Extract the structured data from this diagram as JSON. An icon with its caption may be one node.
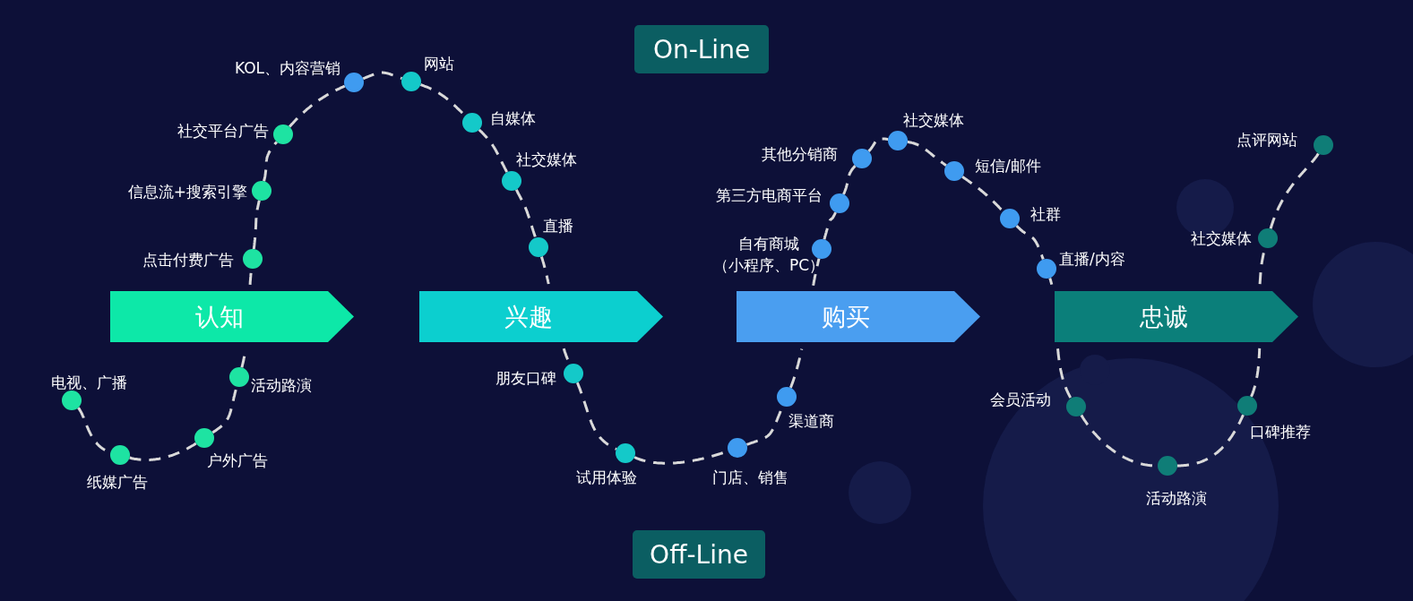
{
  "diagram": {
    "nodes": [
      {
        "text": [
          "On-Line"
        ]
      },
      {
        "text": [
          "认知"
        ]
      },
      {
        "text": [
          "兴趣"
        ]
      },
      {
        "text": [
          "购买"
        ]
      },
      {
        "text": [
          "忠诚"
        ]
      },
      {
        "text": [
          "Off-Line"
        ]
      },
      {
        "text": [],
        "shape": "circle",
        "beside": [
          "电视、广播"
        ]
      },
      {
        "text": [],
        "shape": "circle",
        "beside": [
          "纸媒广告"
        ]
      },
      {
        "text": [],
        "shape": "circle",
        "beside": [
          "户外广告"
        ]
      },
      {
        "text": [],
        "shape": "circle",
        "beside": [
          "活动路演"
        ]
      },
      {
        "text": [],
        "shape": "circle",
        "beside": [
          "点击付费广告"
        ]
      },
      {
        "text": [],
        "shape": "circle",
        "beside": [
          "信息流+搜索引擎"
        ]
      },
      {
        "text": [],
        "shape": "circle",
        "beside": [
          "社交平台广告"
        ]
      },
      {
        "text": [],
        "shape": "circle",
        "beside": [
          "KOL、内容营销"
        ]
      },
      {
        "text": [],
        "shape": "circle",
        "beside": [
          "网站"
        ]
      },
      {
        "text": [],
        "shape": "circle",
        "beside": [
          "自媒体"
        ]
      },
      {
        "text": [],
        "shape": "circle",
        "beside": [
          "社交媒体"
        ]
      },
      {
        "text": [],
        "shape": "circle",
        "beside": [
          "直播"
        ]
      },
      {
        "text": [],
        "shape": "circle",
        "beside": [
          "朋友口碑"
        ]
      },
      {
        "text": [],
        "shape": "circle",
        "beside": [
          "试用体验"
        ]
      },
      {
        "text": [],
        "shape": "circle",
        "beside": [
          "门店、销售"
        ]
      },
      {
        "text": [],
        "shape": "circle",
        "beside": [
          "渠道商"
        ]
      },
      {
        "text": [],
        "shape": "circle",
        "beside": [
          "自有商城（小程序、PC）"
        ]
      },
      {
        "text": [],
        "shape": "circle",
        "beside": [
          "第三方电商平台"
        ]
      },
      {
        "text": [],
        "shape": "circle",
        "beside": [
          "其他分销商"
        ]
      },
      {
        "text": [],
        "shape": "circle",
        "beside": [
          "社交媒体"
        ]
      },
      {
        "text": [],
        "shape": "circle",
        "beside": [
          "短信/邮件"
        ]
      },
      {
        "text": [],
        "shape": "circle",
        "beside": [
          "社群"
        ]
      },
      {
        "text": [],
        "shape": "circle",
        "beside": [
          "直播/内容"
        ]
      },
      {
        "text": [],
        "shape": "circle",
        "beside": [
          "会员活动"
        ]
      },
      {
        "text": [],
        "shape": "circle",
        "beside": [
          "活动路演"
        ]
      },
      {
        "text": [],
        "shape": "circle",
        "beside": [
          "口碑推荐"
        ]
      },
      {
        "text": [],
        "shape": "circle",
        "beside": [
          "社交媒体"
        ]
      },
      {
        "text": [],
        "shape": "circle",
        "beside": [
          "点评网站"
        ]
      }
    ],
    "edges": [
      {
        "from": 6,
        "to": 7,
        "arrow": "none",
        "style": "dashed"
      },
      {
        "from": 7,
        "to": 8,
        "arrow": "none",
        "style": "dashed"
      },
      {
        "from": 8,
        "to": 9,
        "arrow": "none",
        "style": "dashed"
      },
      {
        "from": 9,
        "to": 1,
        "arrow": "none",
        "style": "dashed"
      },
      {
        "from": 1,
        "to": 10,
        "arrow": "none",
        "style": "dashed"
      },
      {
        "from": 10,
        "to": 11,
        "arrow": "none",
        "style": "dashed"
      },
      {
        "from": 11,
        "to": 12,
        "arrow": "none",
        "style": "dashed"
      },
      {
        "from": 12,
        "to": 13,
        "arrow": "none",
        "style": "dashed"
      },
      {
        "from": 13,
        "to": 14,
        "arrow": "none",
        "style": "dashed"
      },
      {
        "from": 14,
        "to": 15,
        "arrow": "none",
        "style": "dashed"
      },
      {
        "from": 15,
        "to": 16,
        "arrow": "none",
        "style": "dashed"
      },
      {
        "from": 16,
        "to": 17,
        "arrow": "none",
        "style": "dashed"
      },
      {
        "from": 17,
        "to": 2,
        "arrow": "none",
        "style": "dashed"
      },
      {
        "from": 2,
        "to": 18,
        "arrow": "none",
        "style": "dashed"
      },
      {
        "from": 18,
        "to": 19,
        "arrow": "none",
        "style": "dashed"
      },
      {
        "from": 19,
        "to": 20,
        "arrow": "none",
        "style": "dashed"
      },
      {
        "from": 20,
        "to": 21,
        "arrow": "none",
        "style": "dashed"
      },
      {
        "from": 21,
        "to": 3,
        "arrow": "none",
        "style": "dashed"
      },
      {
        "from": 3,
        "to": 22,
        "arrow": "none",
        "style": "dashed"
      },
      {
        "from": 22,
        "to": 23,
        "arrow": "none",
        "style": "dashed"
      },
      {
        "from": 23,
        "to": 24,
        "arrow": "none",
        "style": "dashed"
      },
      {
        "from": 24,
        "to": 25,
        "arrow": "none",
        "style": "dashed"
      },
      {
        "from": 25,
        "to": 26,
        "arrow": "none",
        "style": "dashed"
      },
      {
        "from": 26,
        "to": 27,
        "arrow": "none",
        "style": "dashed"
      },
      {
        "from": 27,
        "to": 28,
        "arrow": "none",
        "style": "dashed"
      },
      {
        "from": 28,
        "to": 4,
        "arrow": "none",
        "style": "dashed"
      },
      {
        "from": 4,
        "to": 29,
        "arrow": "none",
        "style": "dashed"
      },
      {
        "from": 29,
        "to": 30,
        "arrow": "none",
        "style": "dashed"
      },
      {
        "from": 30,
        "to": 31,
        "arrow": "none",
        "style": "dashed"
      },
      {
        "from": 31,
        "to": 4,
        "arrow": "none",
        "style": "dashed"
      },
      {
        "from": 4,
        "to": 32,
        "arrow": "none",
        "style": "dashed"
      },
      {
        "from": 32,
        "to": 33,
        "arrow": "none",
        "style": "dashed"
      }
    ]
  }
}
